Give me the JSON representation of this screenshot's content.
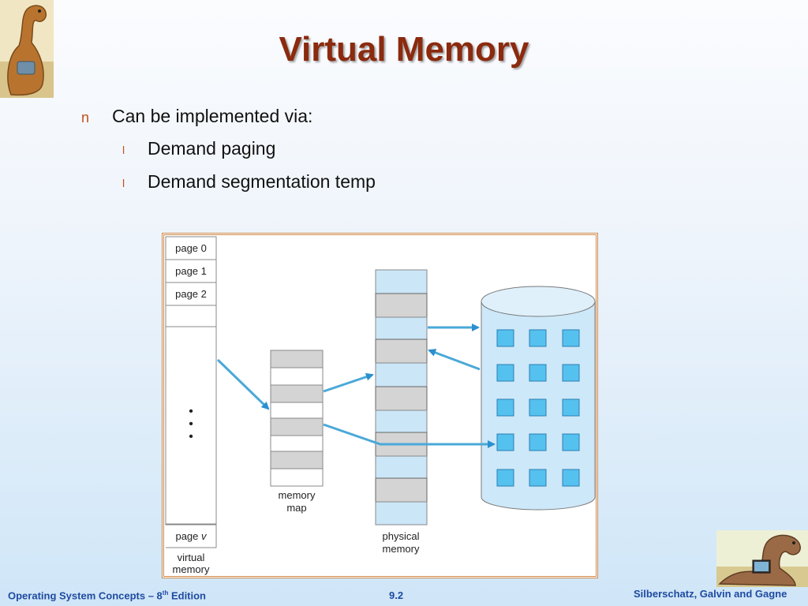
{
  "slide": {
    "title": "Virtual Memory",
    "bullets": [
      {
        "level": 1,
        "marker": "n",
        "text": "Can be implemented via:"
      },
      {
        "level": 2,
        "marker": "l",
        "text": "Demand paging"
      },
      {
        "level": 2,
        "marker": "l",
        "text": "Demand segmentation temp"
      }
    ]
  },
  "figure": {
    "virtual_memory": {
      "pages": [
        "page 0",
        "page 1",
        "page 2"
      ],
      "last_page": "page ",
      "last_page_var": "v",
      "label_line1": "virtual",
      "label_line2": "memory",
      "ellipsis": "•\n•\n•"
    },
    "memory_map": {
      "label_line1": "memory",
      "label_line2": "map"
    },
    "physical_memory": {
      "label_line1": "physical",
      "label_line2": "memory"
    }
  },
  "footer": {
    "left_prefix": "Operating System Concepts – 8",
    "left_sup": "th",
    "left_suffix": " Edition",
    "center": "9.2",
    "right": "Silberschatz, Galvin and Gagne"
  },
  "colors": {
    "title": "#8b2a0e",
    "bullet_marker": "#c0501e",
    "footer_text": "#1f4aa0",
    "frame_border": "#d08a4a",
    "physical_slot": "#cbe6f7",
    "physical_used": "#d4d4d4",
    "disk": "#cde8f8",
    "disk_block": "#55c1ef",
    "arrow": "#4aa8d8"
  }
}
